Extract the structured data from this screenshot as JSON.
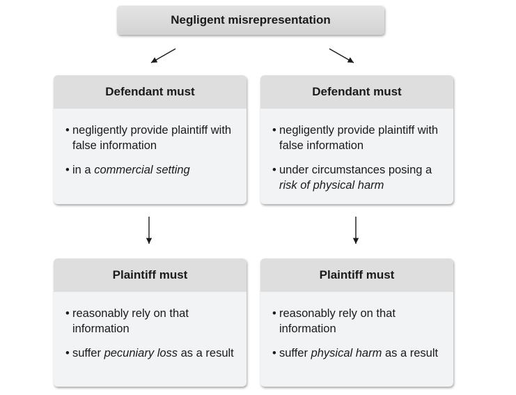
{
  "title": "Negligent misrepresentation",
  "columns": [
    {
      "defendant": {
        "header": "Defendant must",
        "bullets": [
          {
            "pre": "negligently provide plaintiff with false information",
            "em": "",
            "post": ""
          },
          {
            "pre": "in a ",
            "em": "commercial setting",
            "post": ""
          }
        ]
      },
      "plaintiff": {
        "header": "Plaintiff must",
        "bullets": [
          {
            "pre": "reasonably rely on that information",
            "em": "",
            "post": ""
          },
          {
            "pre": "suffer ",
            "em": "pecuniary loss",
            "post": " as a result"
          }
        ]
      }
    },
    {
      "defendant": {
        "header": "Defendant must",
        "bullets": [
          {
            "pre": "negligently provide plaintiff with false information",
            "em": "",
            "post": ""
          },
          {
            "pre": "under circumstances posing a ",
            "em": "risk of physical harm",
            "post": ""
          }
        ]
      },
      "plaintiff": {
        "header": "Plaintiff must",
        "bullets": [
          {
            "pre": "reasonably rely on that information",
            "em": "",
            "post": ""
          },
          {
            "pre": "suffer ",
            "em": "physical harm",
            "post": " as a result"
          }
        ]
      }
    }
  ],
  "bullet_char": "•",
  "colors": {
    "header_bg": "#dedede",
    "card_bg": "#f2f3f5",
    "arrow": "#1a1a1a"
  }
}
